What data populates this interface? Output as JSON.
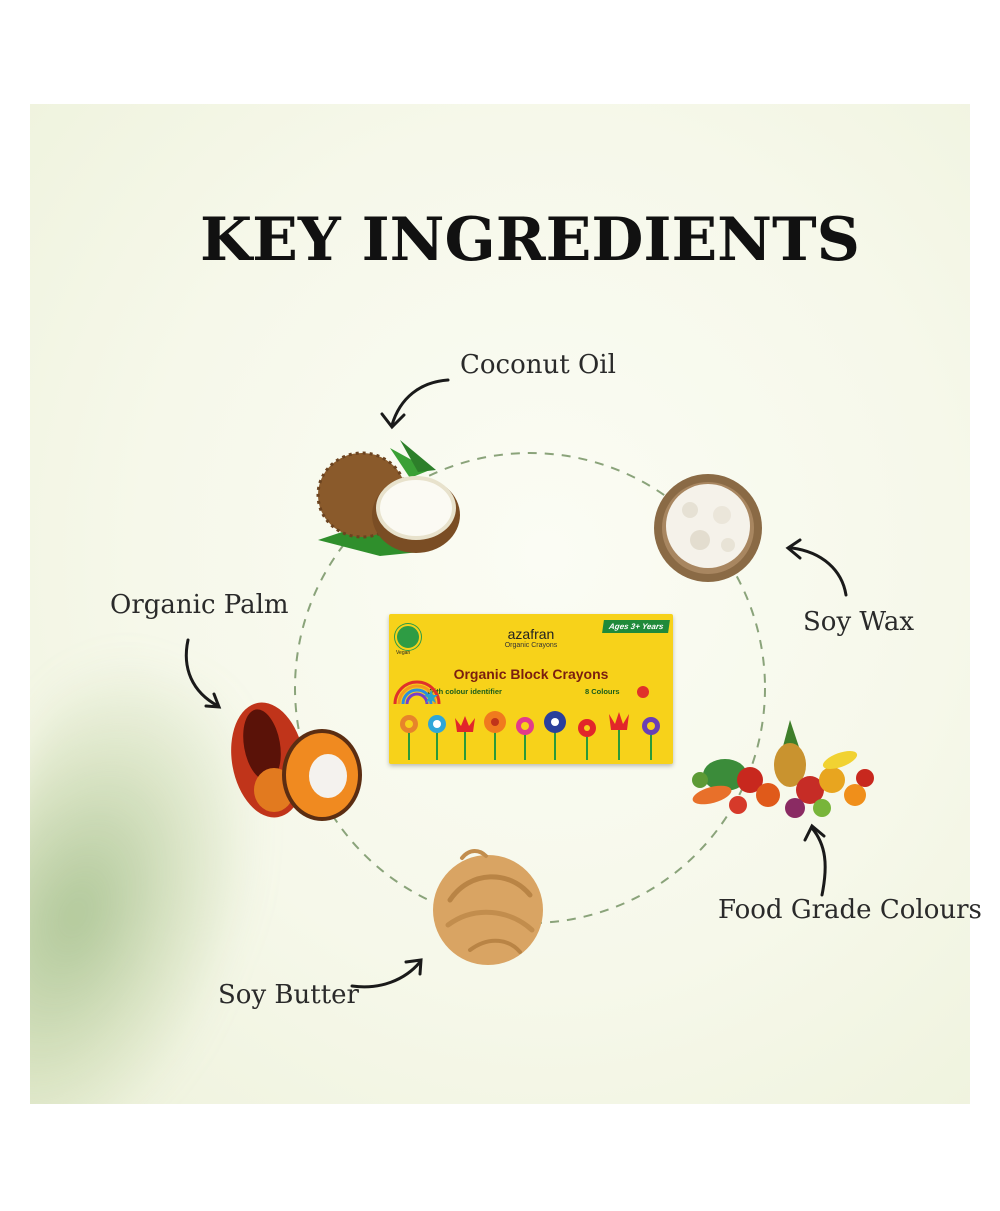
{
  "title": "KEY INGREDIENTS",
  "ingredients": [
    {
      "label": "Coconut Oil",
      "icon": "coconut-icon"
    },
    {
      "label": "Soy Wax",
      "icon": "soy-wax-bowl-icon"
    },
    {
      "label": "Organic Palm",
      "icon": "palm-fruit-icon"
    },
    {
      "label": "Food Grade Colours",
      "icon": "fruits-vegetables-icon"
    },
    {
      "label": "Soy Butter",
      "icon": "soy-butter-icon"
    }
  ],
  "product": {
    "brand": "azafran",
    "brand_sub": "Organic Crayons",
    "age_badge": "Ages 3+ Years",
    "vegan": "Vegan",
    "name": "Organic Block Crayons",
    "identifier": "With colour identifier",
    "colours": "8 Colours"
  },
  "colors": {
    "background": "#f6f8ea",
    "box_yellow": "#f7d21a",
    "dashed_circle": "#8aa37a",
    "text": "#111111"
  }
}
